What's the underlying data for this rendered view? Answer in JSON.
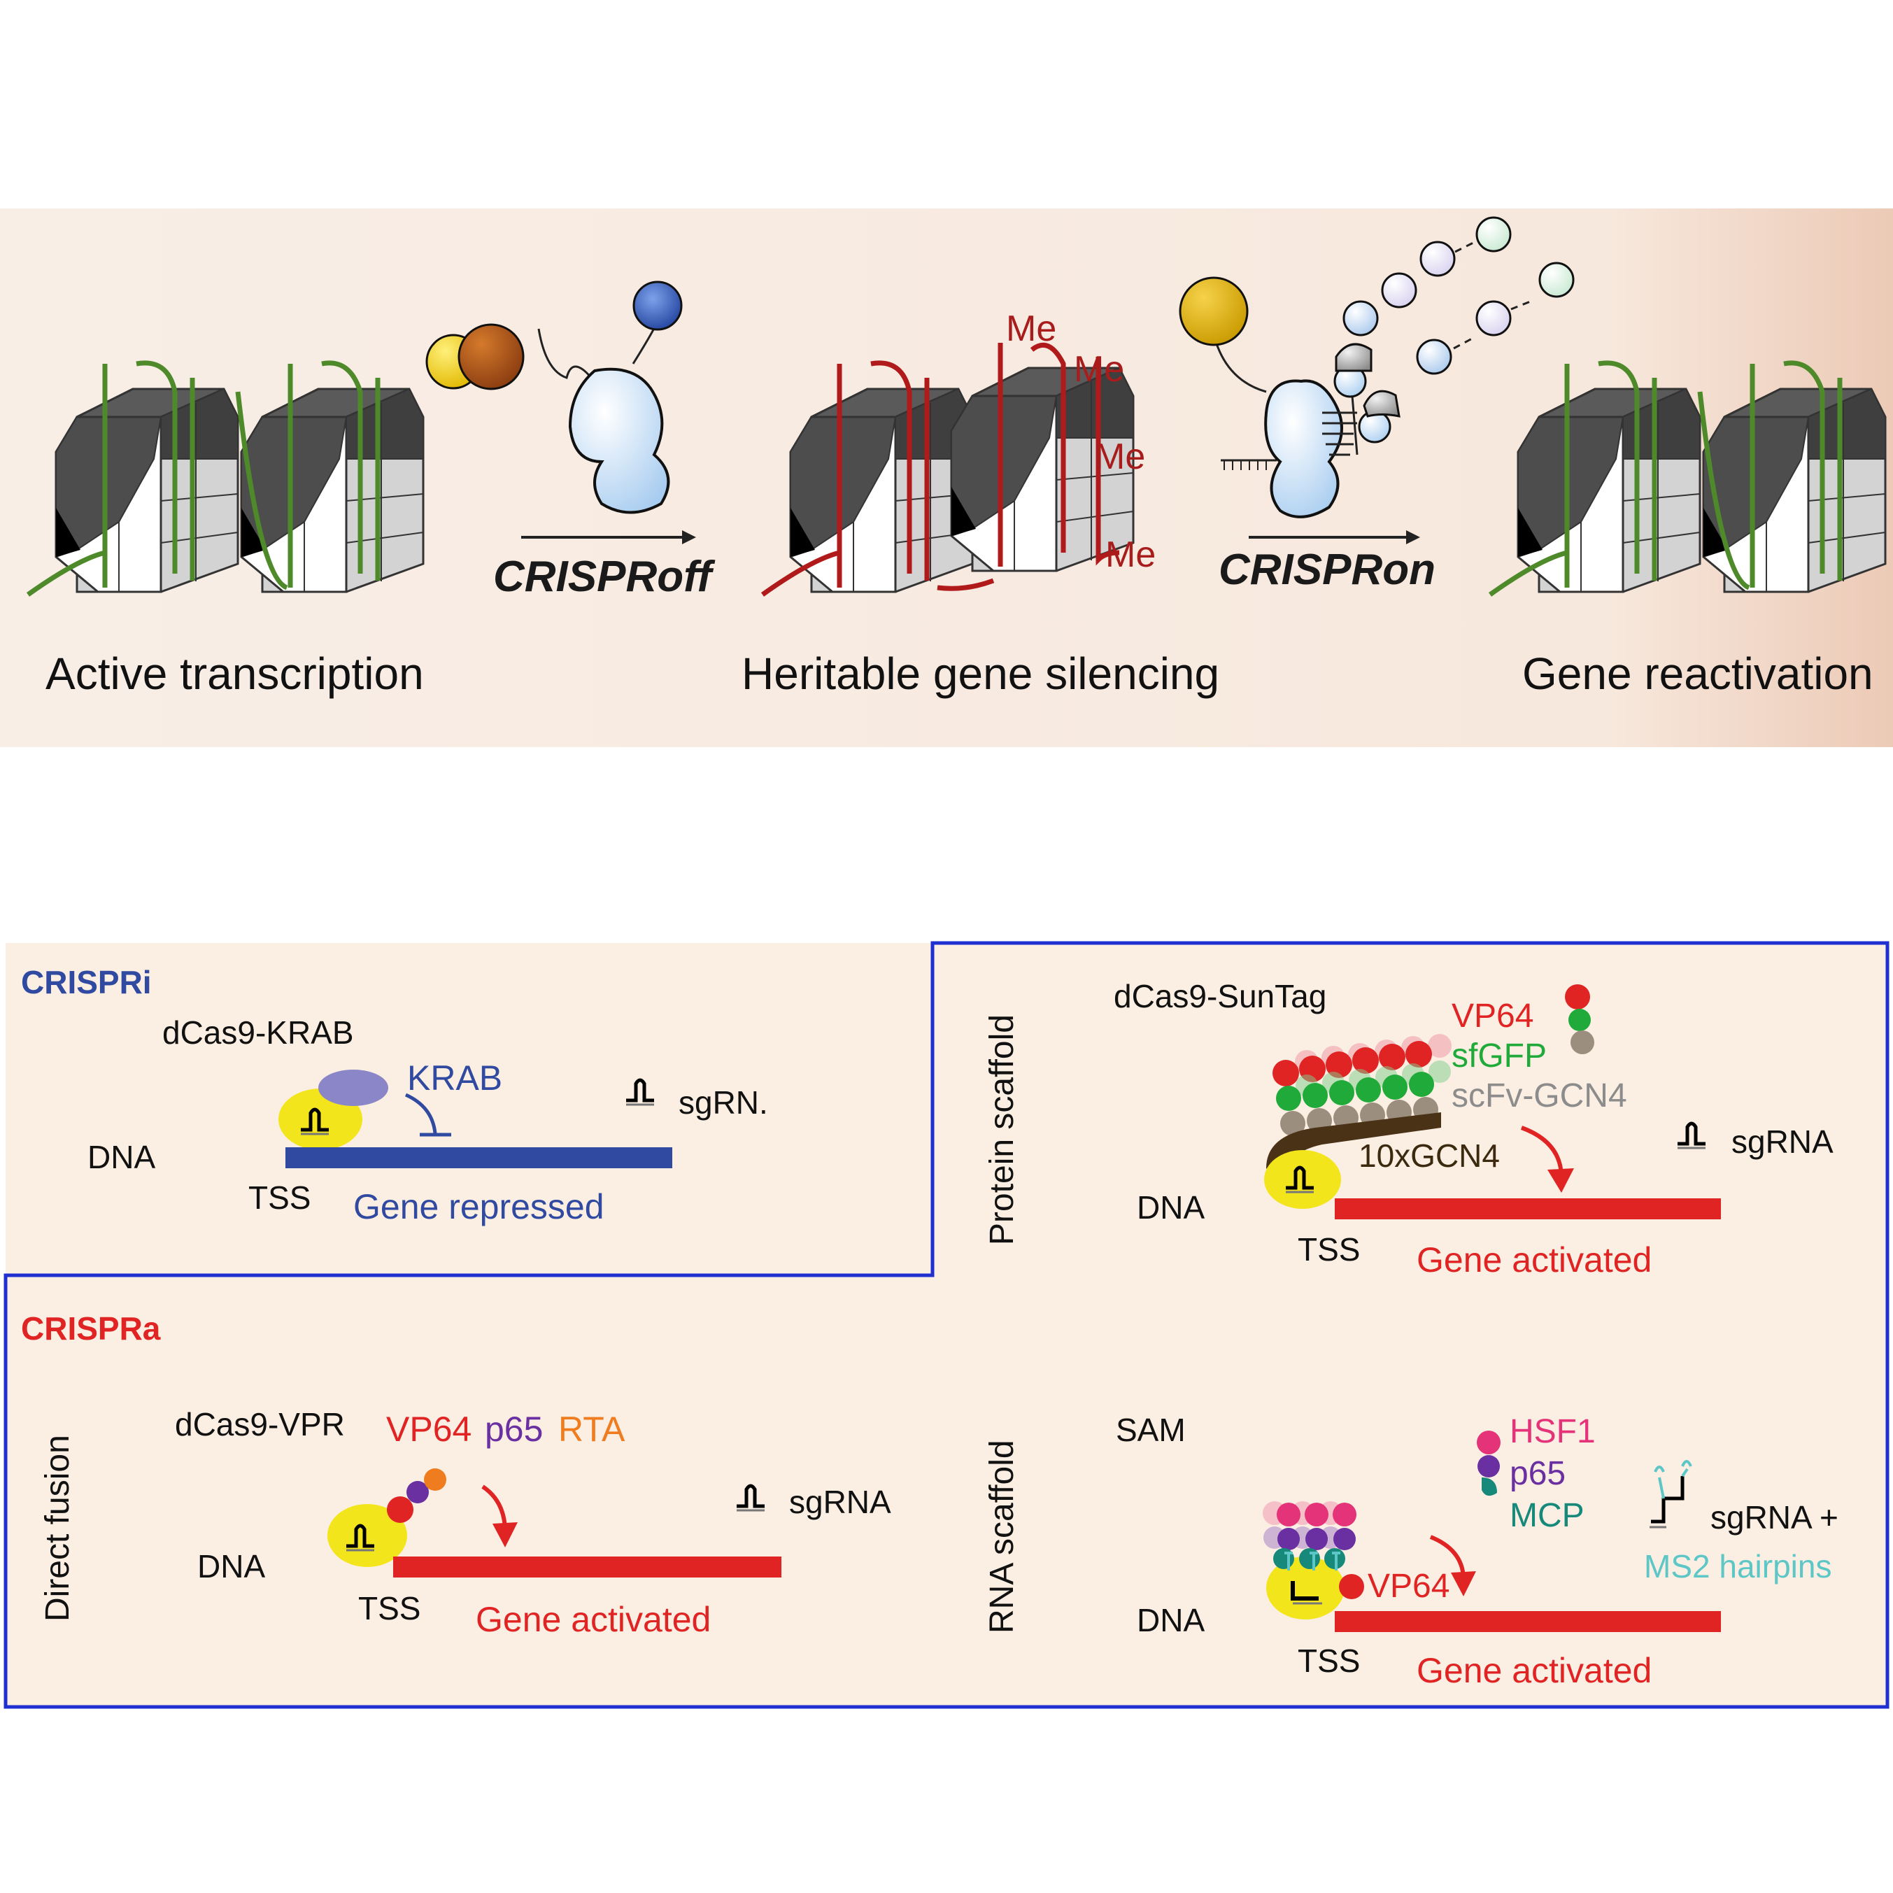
{
  "top_panel": {
    "labels": {
      "active": "Active transcription",
      "silencing": "Heritable gene silencing",
      "reactivation": "Gene reactivation"
    },
    "arrows": {
      "off": "CRISPRoff",
      "on": "CRISPRon"
    },
    "methyl_marks": [
      "Me",
      "Me",
      "Me",
      "Me"
    ]
  },
  "crispri": {
    "title": "CRISPRi",
    "construct": "dCas9-KRAB",
    "effector": "KRAB",
    "sgrna": "sgRN.",
    "dna": "DNA",
    "tss": "TSS",
    "outcome": "Gene repressed"
  },
  "suntag": {
    "side_label": "Protein scaffold",
    "construct": "dCas9-SunTag",
    "legend": [
      "VP64",
      "sfGFP",
      "scFv-GCN4"
    ],
    "scaffold": "10xGCN4",
    "sgrna": "sgRNA",
    "dna": "DNA",
    "tss": "TSS",
    "outcome": "Gene activated"
  },
  "crispra": {
    "title": "CRISPRa",
    "vpr": {
      "side_label": "Direct fusion",
      "construct": "dCas9-VPR",
      "domains": [
        "VP64",
        "p65",
        "RTA"
      ],
      "sgrna": "sgRNA",
      "dna": "DNA",
      "tss": "TSS",
      "outcome": "Gene activated"
    },
    "sam": {
      "side_label": "RNA scaffold",
      "construct": "SAM",
      "legend": [
        "HSF1",
        "p65",
        "MCP"
      ],
      "sgrna": "sgRNA +",
      "hairpins": "MS2 hairpins",
      "vp64": "VP64",
      "dna": "DNA",
      "tss": "TSS",
      "outcome": "Gene activated"
    }
  },
  "colors": {
    "dna_active": "#4e8a2a",
    "dna_silenced": "#b01a1a",
    "methyl": "#a81c1c",
    "repress_blue": "#2f4aa0",
    "activate_red": "#e02424",
    "frame_blue": "#1f2fd0",
    "panel_fill": "#fbeee2"
  }
}
